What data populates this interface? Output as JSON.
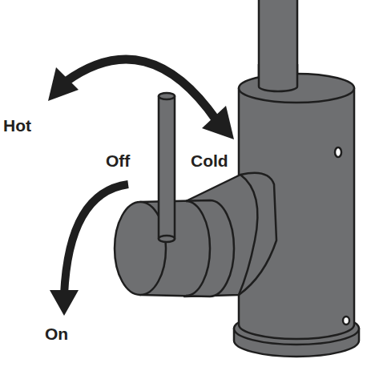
{
  "diagram": {
    "labels": [
      "Hot",
      "Off",
      "Cold",
      "On"
    ]
  }
}
